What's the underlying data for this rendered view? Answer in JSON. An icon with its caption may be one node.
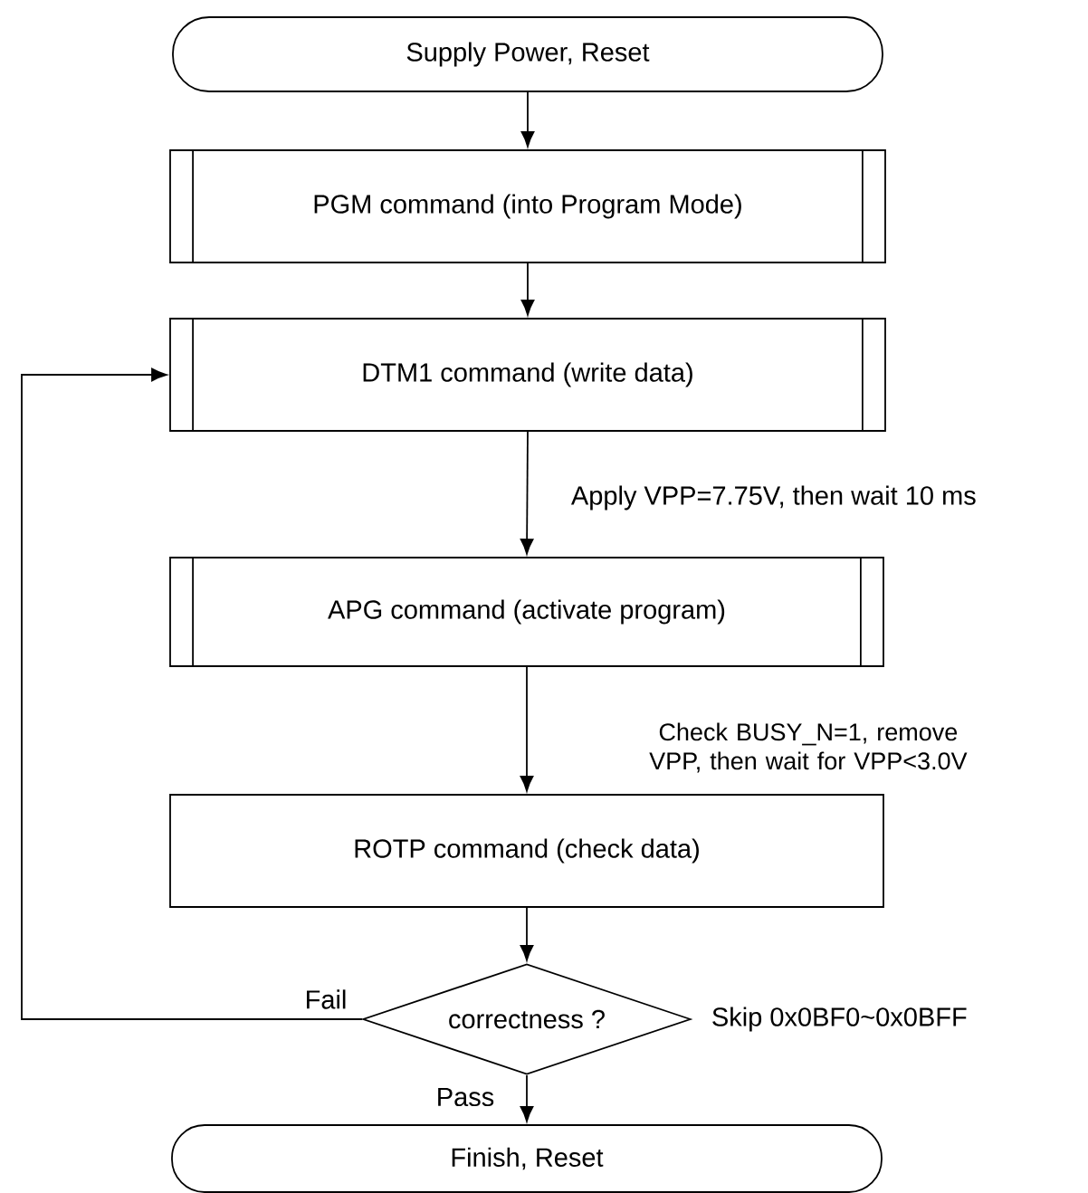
{
  "diagram": {
    "nodes": [
      {
        "text": [
          "Supply Power, Reset"
        ]
      },
      {
        "text": [
          "PGM command (into Program Mode)"
        ]
      },
      {
        "text": [
          "DTM1 command (write data)"
        ]
      },
      {
        "text": [
          "APG command (activate program)"
        ]
      },
      {
        "text": [
          "ROTP command (check data)"
        ]
      },
      {
        "text": [
          "correctness ?"
        ],
        "beside": [
          "Skip 0x0BF0~0x0BFF"
        ]
      },
      {
        "text": [
          "Finish, Reset"
        ]
      }
    ],
    "edges": [
      {
        "from": 0,
        "to": 1,
        "arrow": "to"
      },
      {
        "from": 1,
        "to": 2,
        "arrow": "to"
      },
      {
        "from": 2,
        "to": 3,
        "arrow": "to",
        "label": "Apply VPP=7.75V, then wait 10 ms"
      },
      {
        "from": 3,
        "to": 4,
        "arrow": "to",
        "label": "Check BUSY_N=1, remove VPP, then wait for VPP<3.0V"
      },
      {
        "from": 4,
        "to": 5,
        "arrow": "to"
      },
      {
        "from": 5,
        "to": 2,
        "arrow": "to",
        "label": "Fail"
      },
      {
        "from": 5,
        "to": 6,
        "arrow": "to",
        "label": "Pass"
      }
    ]
  }
}
